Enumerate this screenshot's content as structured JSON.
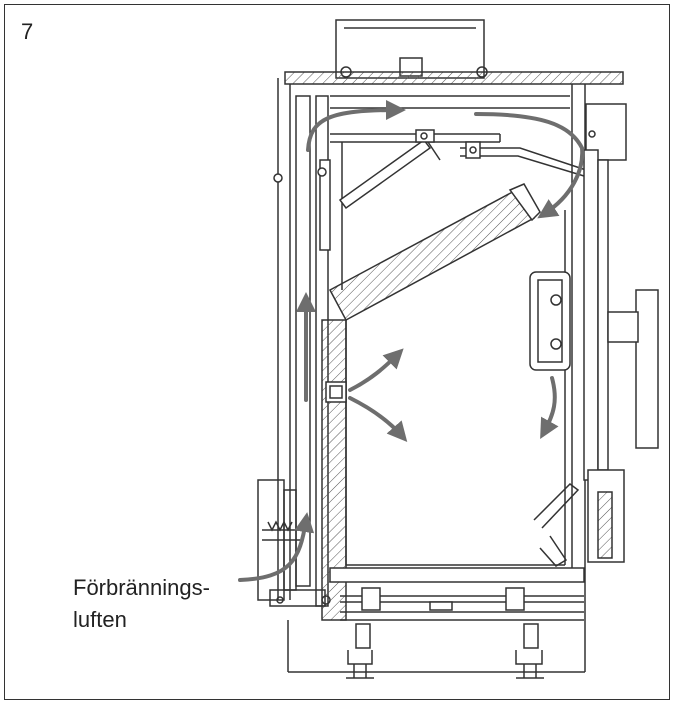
{
  "figure": {
    "number": "7",
    "label_line1": "Förbrännings-",
    "label_line2": "luften"
  },
  "colors": {
    "line": "#333333",
    "arrow": "#6e6e6e"
  }
}
